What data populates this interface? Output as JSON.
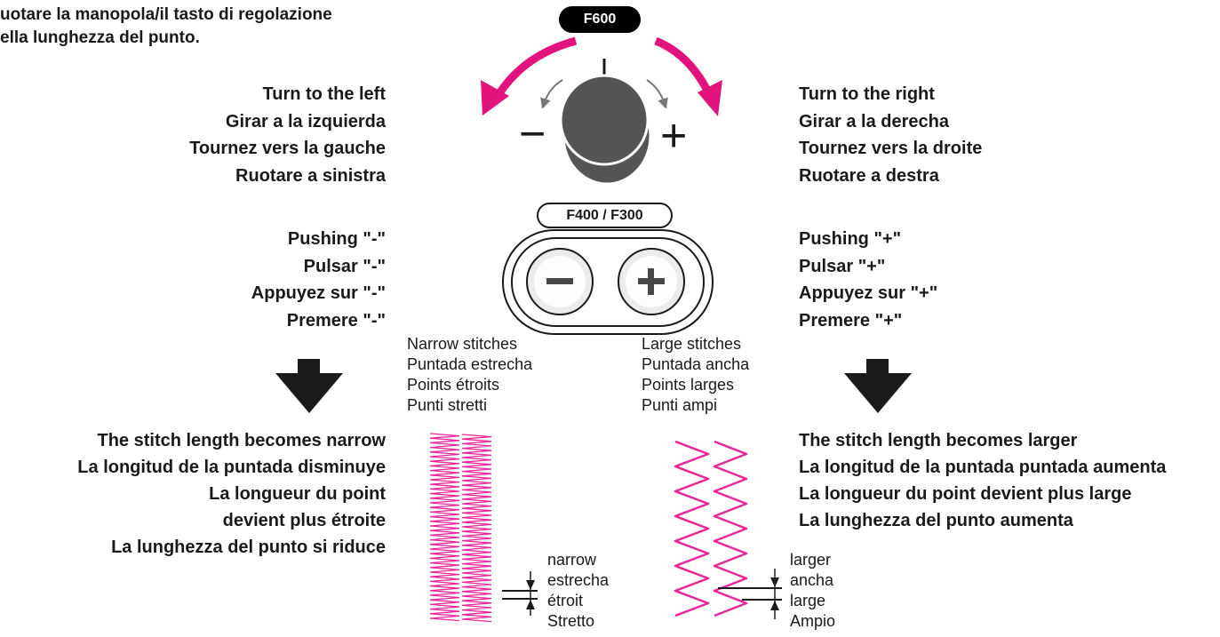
{
  "header": {
    "line1": "uotare la manopola/il tasto di regolazione",
    "line2": "ella lunghezza del punto."
  },
  "dial_model": "F600",
  "button_model": "F400 / F300",
  "dial_symbols": {
    "minus": "−",
    "plus": "+"
  },
  "left": {
    "turn": [
      "Turn to the left",
      "Girar a la izquierda",
      "Tournez vers la gauche",
      "Ruotare a sinistra"
    ],
    "push": [
      "Pushing \"-\"",
      "Pulsar \"-\"",
      "Appuyez sur \"-\"",
      "Premere \"-\""
    ],
    "result": [
      "The stitch length becomes narrow",
      "La longitud de la puntada disminuye",
      "La longueur du point",
      "devient plus étroite",
      "La lunghezza del punto si riduce"
    ]
  },
  "right": {
    "turn": [
      "Turn to the right",
      "Girar a la derecha",
      "Tournez vers la droite",
      "Ruotare a destra"
    ],
    "push": [
      "Pushing \"+\"",
      "Pulsar \"+\"",
      "Appuyez sur \"+\"",
      "Premere \"+\""
    ],
    "result": [
      "The stitch length becomes larger",
      "La longitud de la puntada puntada aumenta",
      "La longueur du point devient plus large",
      "La lunghezza del punto aumenta"
    ]
  },
  "narrow_caption": [
    "Narrow stitches",
    "Puntada estrecha",
    "Points étroits",
    "Punti stretti"
  ],
  "large_caption": [
    "Large stitches",
    "Puntada ancha",
    "Points larges",
    "Punti ampi"
  ],
  "narrow_label": [
    "narrow",
    "estrecha",
    "étroit",
    "Stretto"
  ],
  "large_label": [
    "larger",
    "ancha",
    "large",
    "Ampio"
  ],
  "colors": {
    "magenta": "#e2137d",
    "stitch": "#e8289a",
    "dark": "#1a1a1a",
    "knob": "#555555"
  }
}
